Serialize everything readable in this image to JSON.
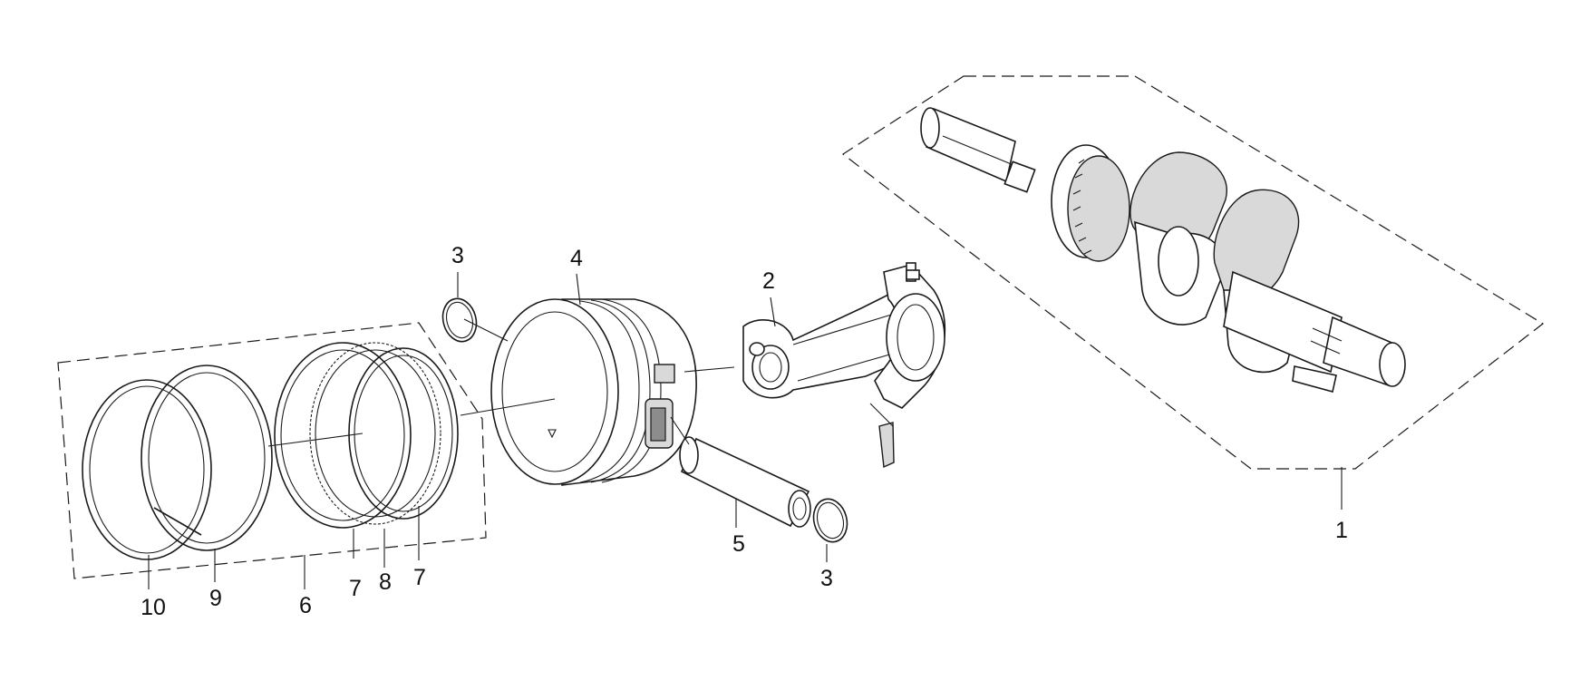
{
  "diagram": {
    "callouts": [
      {
        "id": "c1",
        "label": "1"
      },
      {
        "id": "c2",
        "label": "2"
      },
      {
        "id": "c3a",
        "label": "3"
      },
      {
        "id": "c3b",
        "label": "3"
      },
      {
        "id": "c4",
        "label": "4"
      },
      {
        "id": "c5",
        "label": "5"
      },
      {
        "id": "c6",
        "label": "6"
      },
      {
        "id": "c7a",
        "label": "7"
      },
      {
        "id": "c7b",
        "label": "7"
      },
      {
        "id": "c8",
        "label": "8"
      },
      {
        "id": "c9",
        "label": "9"
      },
      {
        "id": "c10",
        "label": "10"
      }
    ],
    "colors": {
      "line": "#1a1a1a",
      "background": "#ffffff",
      "shade": "#d9d9d9"
    }
  }
}
